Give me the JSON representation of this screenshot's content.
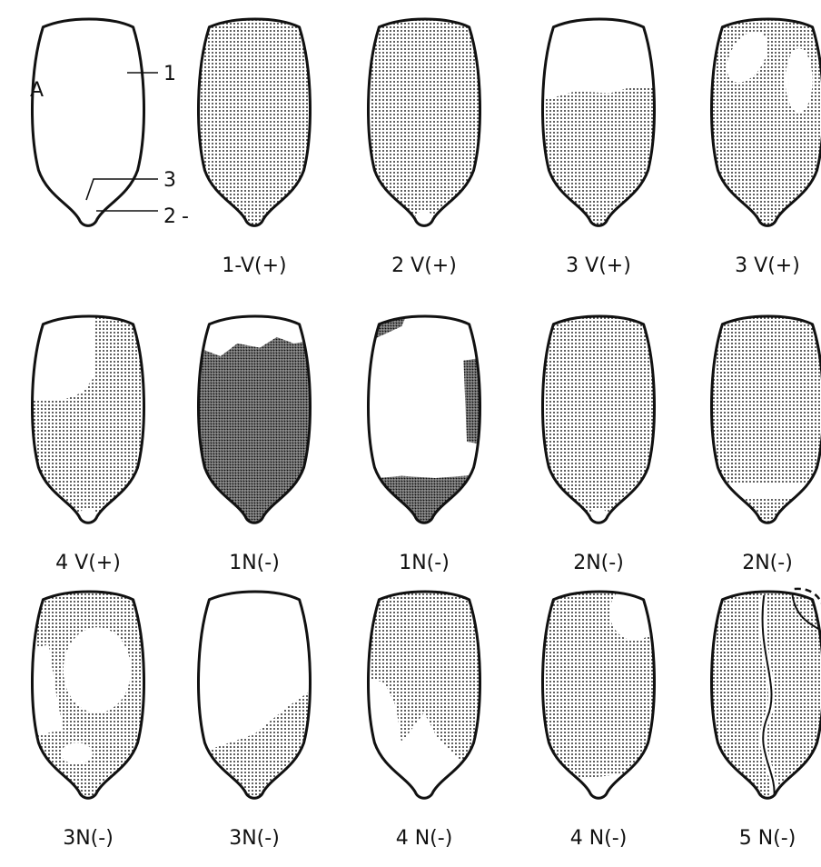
{
  "figure": {
    "panel_letter": "A",
    "callouts": [
      "1",
      "3",
      "2"
    ],
    "kernels": [
      {
        "label": "",
        "pattern": "blank"
      },
      {
        "label": "1-V(+)",
        "pattern": "full"
      },
      {
        "label": "2 V(+)",
        "pattern": "full-white-tip"
      },
      {
        "label": "3 V(+)",
        "pattern": "white-crown"
      },
      {
        "label": "3 V(+)",
        "pattern": "white-patches"
      },
      {
        "label": "4 V(+)",
        "pattern": "white-upper-left"
      },
      {
        "label": "1N(-)",
        "pattern": "dark-white-crown"
      },
      {
        "label": "1N(-)",
        "pattern": "dark-base-band"
      },
      {
        "label": "2N(-)",
        "pattern": "full-white-tip"
      },
      {
        "label": "2N(-)",
        "pattern": "full-white-band"
      },
      {
        "label": "3N(-)",
        "pattern": "patches-white-blobs"
      },
      {
        "label": "3N(-)",
        "pattern": "lower-right-wedge"
      },
      {
        "label": "4 N(-)",
        "pattern": "white-lower-left"
      },
      {
        "label": "4 N(-)",
        "pattern": "white-corner-and-tip"
      },
      {
        "label": "5 N(-)",
        "pattern": "split-line"
      }
    ]
  }
}
